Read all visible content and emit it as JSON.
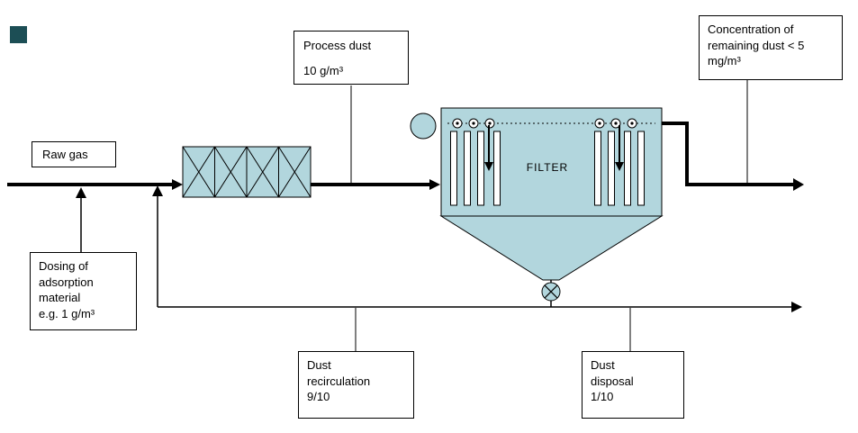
{
  "colors": {
    "shape_fill": "#b2d6dd",
    "line": "#000000",
    "box_background": "#ffffff",
    "corner_square": "#1c4e55"
  },
  "labels": {
    "raw_gas": "Raw gas",
    "filter": "FILTER",
    "process_dust": [
      "Process dust",
      "10 g/m³"
    ],
    "concentration_remaining_dust": [
      "Concentration of",
      "remaining dust < 5",
      "mg/m³"
    ],
    "dosing": [
      "Dosing of",
      "adsorption",
      "material",
      "e.g. 1 g/m³"
    ],
    "dust_recirculation": [
      "Dust",
      "recirculation",
      "9/10"
    ],
    "dust_disposal": [
      "Dust",
      "disposal",
      "1/10"
    ]
  }
}
